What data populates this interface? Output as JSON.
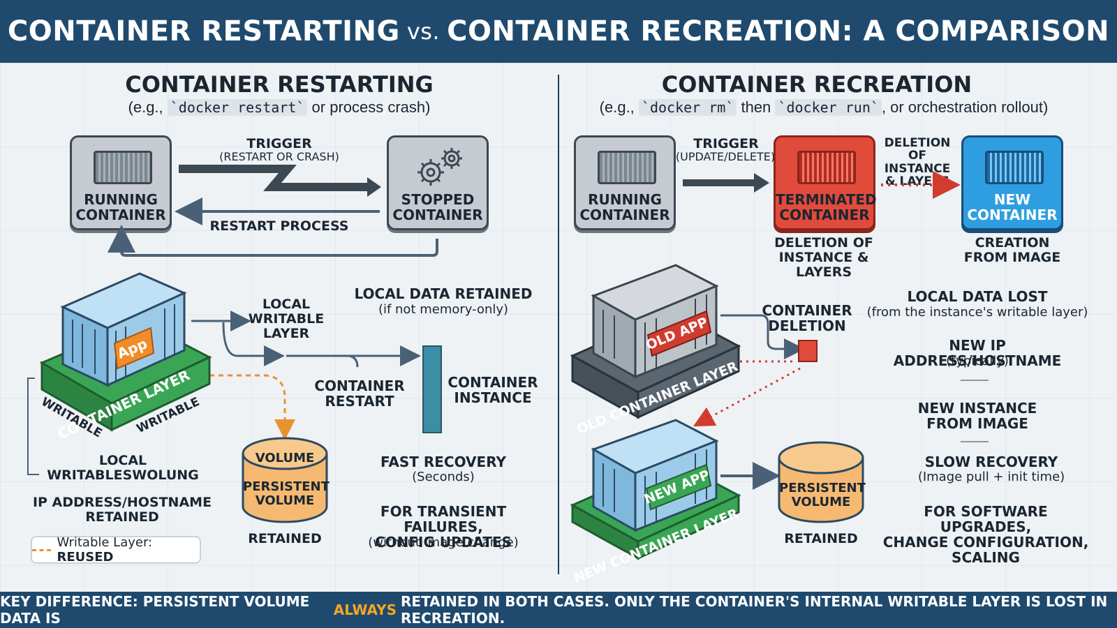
{
  "header": {
    "title_left": "CONTAINER RESTARTING",
    "vs": "vs.",
    "title_right": "CONTAINER RECREATION: A COMPARISON"
  },
  "left": {
    "title": "CONTAINER RESTARTING",
    "subtitle_pre": "(e.g., ",
    "subtitle_code": "`docker restart`",
    "subtitle_post": " or process crash)",
    "running_label": "RUNNING\nCONTAINER",
    "stopped_label": "STOPPED\nCONTAINER",
    "trigger": "TRIGGER",
    "trigger_sub": "(RESTART OR CRASH)",
    "restart_process": "RESTART PROCESS",
    "app_label": "App",
    "container_layer": "CONTAINER LAYER",
    "writable_a": "WRITABLE",
    "writable_b": "WRITABLE",
    "local_writable_layer": "LOCAL\nWRITABLE\nLAYER",
    "local_data_retained": "LOCAL DATA RETAINED",
    "local_data_sub": "(if not memory-only)",
    "container_restart": "CONTAINER\nRESTART",
    "container_instance": "CONTAINER\nINSTANCE",
    "volume_top": "VOLUME",
    "persistent_volume": "PERSISTENT\nVOLUME",
    "retained": "RETAINED",
    "local_writableswolung": "LOCAL\nWRITABLESWOLUNG",
    "ip_retained": "IP ADDRESS/HOSTNAME\nRETAINED",
    "fast_recovery": "FAST RECOVERY",
    "fast_recovery_sub": "(Seconds)",
    "transient": "FOR TRANSIENT FAILURES,\nCONFIG UPDATES",
    "transient_sub": "(without image change)",
    "legend_pre": "Writable Layer: ",
    "legend_bold": "REUSED"
  },
  "right": {
    "title": "CONTAINER RECREATION",
    "subtitle_pre": "(e.g., ",
    "subtitle_code1": "`docker rm`",
    "subtitle_mid": " then ",
    "subtitle_code2": "`docker run`",
    "subtitle_post": ", or orchestration rollout)",
    "running_label": "RUNNING\nCONTAINER",
    "trigger": "TRIGGER",
    "trigger_sub": "(UPDATE/DELETE)",
    "terminated_label": "TERMINATED\nCONTAINER",
    "deletion_top": "DELETION\nOF INSTANCE\n& LAYERS",
    "new_label": "NEW\nCONTAINER",
    "deletion_bottom": "DELETION OF\nINSTANCE & LAYERS",
    "creation": "CREATION\nFROM IMAGE",
    "old_app": "OLD APP",
    "old_layer": "OLD CONTAINER LAYER",
    "container_deletion": "CONTAINER\nDELETION",
    "local_data_lost": "LOCAL DATA LOST",
    "local_data_lost_sub": "(from the instance's writable layer)",
    "new_ip": "NEW IP ADDRESS/HOSTNAME",
    "new_ip_sub": "(typically)",
    "new_instance": "NEW INSTANCE\nFROM IMAGE",
    "new_app": "NEW APP",
    "new_layer": "NEW CONTAINER LAYER",
    "persistent_volume": "PERSISTENT\nVOLUME",
    "retained": "RETAINED",
    "slow_recovery": "SLOW RECOVERY",
    "slow_recovery_sub": "(Image pull + init time)",
    "upgrades": "FOR SOFTWARE UPGRADES,\nCHANGE CONFIGURATION,\nSCALING"
  },
  "footer": {
    "pre": "KEY DIFFERENCE: PERSISTENT VOLUME DATA IS",
    "highlight": "ALWAYS",
    "post": "RETAINED IN BOTH CASES. ONLY THE CONTAINER'S INTERNAL WRITABLE LAYER IS LOST IN RECREATION."
  },
  "colors": {
    "navy": "#1f4a6e",
    "accent_orange": "#f5a623",
    "terminated_red": "#e04b3c",
    "new_blue": "#2e9ee0",
    "layer_green": "#3aa655",
    "volume_orange": "#f5b971"
  }
}
